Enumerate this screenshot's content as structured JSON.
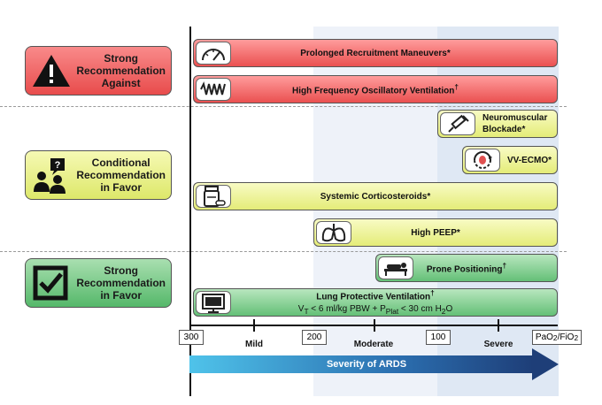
{
  "categories": {
    "against": {
      "line1": "Strong",
      "line2": "Recommendation",
      "line3": "Against",
      "icon": "warning-icon"
    },
    "conditional": {
      "line1": "Conditional",
      "line2": "Recommendation",
      "line3": "in Favor",
      "icon": "people-question-icon"
    },
    "favor": {
      "line1": "Strong",
      "line2": "Recommendation",
      "line3": "in Favor",
      "icon": "checkbox-icon"
    }
  },
  "bars": {
    "recruitment": {
      "label": "Prolonged Recruitment Maneuvers*",
      "icon": "gauge-icon"
    },
    "hfov": {
      "label": "High Frequency Oscillatory Ventilation",
      "sup": "†",
      "icon": "waveform-icon"
    },
    "nmb": {
      "line1": "Neuromuscular",
      "line2": "Blockade*",
      "icon": "syringe-icon"
    },
    "ecmo": {
      "label": "VV-ECMO*",
      "icon": "circulation-icon"
    },
    "steroids": {
      "label": "Systemic Corticosteroids*",
      "icon": "pill-bottle-icon"
    },
    "peep": {
      "label": "High PEEP*",
      "icon": "lungs-icon"
    },
    "prone": {
      "label": "Prone Positioning",
      "sup": "†",
      "icon": "prone-patient-icon"
    },
    "lpv": {
      "label": "Lung Protective Ventilation",
      "sup": "†",
      "sub_prefix": "V",
      "sub_t": "T",
      "sub_mid": " < 6 ml/kg PBW + P",
      "sub_plat": "Plat",
      "sub_end": " < 30 cm H",
      "sub_2": "2",
      "sub_o": "O",
      "icon": "ventilator-icon"
    }
  },
  "axis": {
    "ticks": [
      "300",
      "200",
      "100"
    ],
    "end_label": "PaO",
    "end_sub": "2",
    "end_slash": "/FiO",
    "end_sub2": "2",
    "zones": [
      "Mild",
      "Moderate",
      "Severe"
    ],
    "arrow_label": "Severity of ARDS"
  },
  "colors": {
    "red": "#e84c4c",
    "yellow": "#dde86a",
    "green": "#55b86a",
    "arrow_start": "#4fc3ea",
    "arrow_end": "#1e3e78"
  }
}
